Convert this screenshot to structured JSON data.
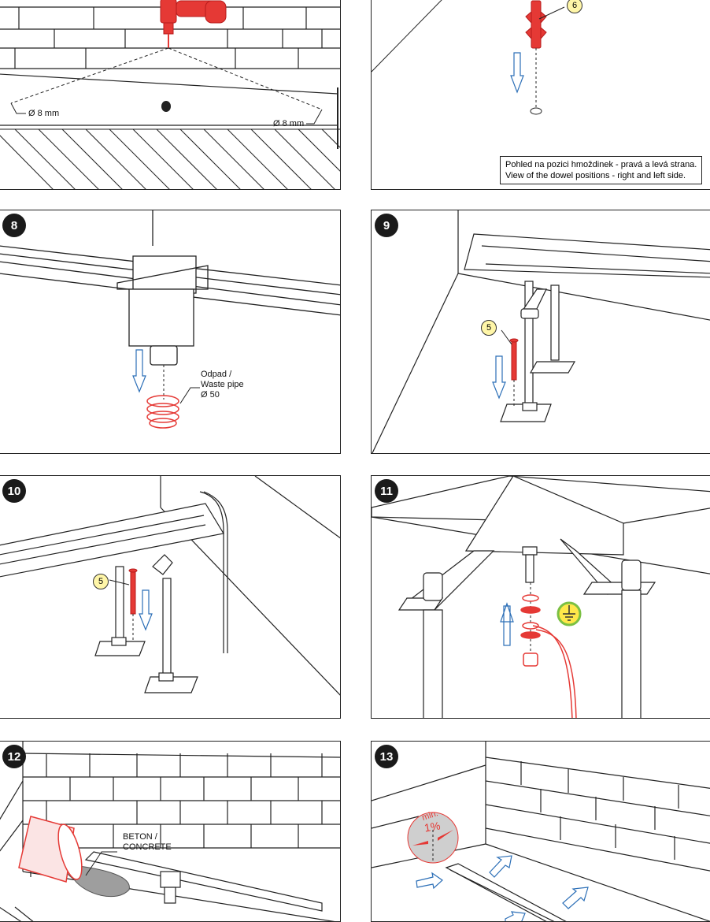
{
  "panels": {
    "p8": {
      "number": "8",
      "pipe_label": [
        "Odpad /",
        "Waste pipe",
        "Ø 50"
      ]
    },
    "p9": {
      "number": "9",
      "callout": "5"
    },
    "p10": {
      "number": "10",
      "callout": "5"
    },
    "p11": {
      "number": "11"
    },
    "p12": {
      "number": "12",
      "concrete_label": [
        "BETON /",
        "CONCRETE"
      ]
    },
    "p13": {
      "number": "13",
      "slope_min": "min.",
      "slope_value": "1%"
    }
  },
  "top_left": {
    "dim_left": "Ø 8 mm",
    "dim_right": "Ø 8 mm"
  },
  "top_right": {
    "callout": "6",
    "note_cz": "Pohled na pozici hmoždinek - pravá a levá strana.",
    "note_en": "View of the dowel positions   - right and left side."
  },
  "icons": [
    "drill-icon",
    "dowel-icon",
    "down-arrow-icon",
    "up-arrow-icon",
    "ground-symbol-icon",
    "bucket-icon",
    "flow-arrow-icon"
  ],
  "colors": {
    "accent_red": "#e53935",
    "arrow_blue": "#2c6fb7",
    "callout_yellow": "#fff6a8",
    "ground_green": "#7bc043",
    "concrete_gray": "#9e9e9e"
  }
}
